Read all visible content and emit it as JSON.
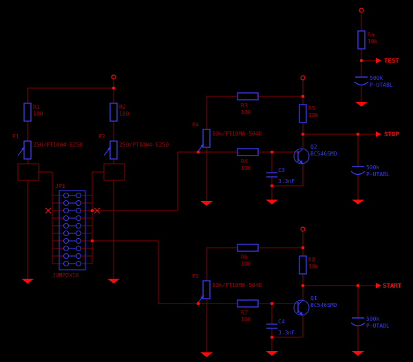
{
  "colors": {
    "background": "#000000",
    "wire": "#8b0000",
    "component_blue": "#3a3aee",
    "label_dark_red": "#a40000",
    "accent_red": "#fb0a0a"
  },
  "net_flags": {
    "test": "TEST",
    "stop": "STOP",
    "start": "START"
  },
  "resistors": {
    "r1": {
      "ref": "R1",
      "value": "100"
    },
    "r2": {
      "ref": "R2",
      "value": "100"
    },
    "r3": {
      "ref": "R3",
      "value": "100"
    },
    "r4": {
      "ref": "R4",
      "value": "100"
    },
    "r5": {
      "ref": "R5",
      "value": "10k"
    },
    "r6": {
      "ref": "R6",
      "value": "100"
    },
    "r7": {
      "ref": "R7",
      "value": "100"
    },
    "r8": {
      "ref": "R8",
      "value": "10k"
    },
    "ra": {
      "ref": "Ra",
      "value": "10k"
    }
  },
  "potentiometers": {
    "p1": {
      "ref": "P1",
      "value": "250/PT10W4-E250"
    },
    "p2": {
      "ref": "P2",
      "value": "250/PT10W4-E250"
    },
    "p3": {
      "ref": "P3",
      "value": "10k/PT10MA-5040"
    },
    "p4": {
      "ref": "P4",
      "value": "10k/PT10MA-5040"
    }
  },
  "capacitors": {
    "c3": {
      "ref": "C3",
      "value": "3.3nF"
    },
    "c4": {
      "ref": "C4",
      "value": "3.3nF"
    }
  },
  "transistors": {
    "q1": {
      "ref": "Q1",
      "value": "BC546SMD"
    },
    "q2": {
      "ref": "Q2",
      "value": "BC546SMD"
    }
  },
  "tube": {
    "value": "500k",
    "type": "P-UTABL"
  },
  "connector": {
    "ref": "JP1",
    "value": "JUMP2X10"
  }
}
